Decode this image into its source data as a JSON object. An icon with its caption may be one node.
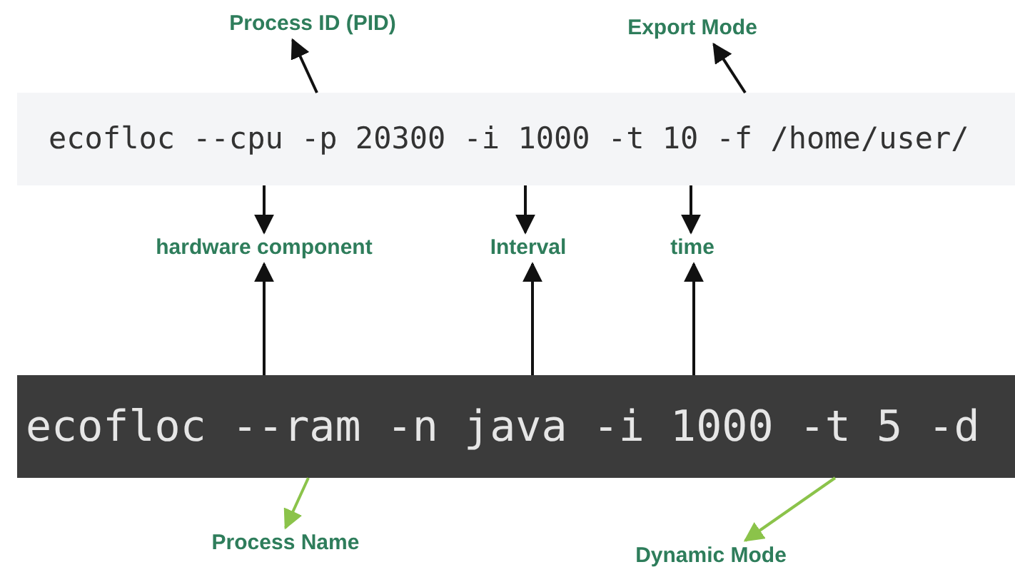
{
  "diagram": {
    "nodes": [
      {
        "text": [
          "Process ID (PID)"
        ]
      },
      {
        "text": [
          "Export Mode"
        ]
      },
      {
        "text": [
          "ecofloc --cpu -p 20300 -i 1000 -t 10 -f /home/user/"
        ]
      },
      {
        "text": [
          "hardware component"
        ]
      },
      {
        "text": [
          "Interval"
        ]
      },
      {
        "text": [
          "time"
        ]
      },
      {
        "text": [
          "ecofloc --ram -n java -i 1000 -t 5 -d"
        ]
      },
      {
        "text": [
          "Process Name"
        ]
      },
      {
        "text": [
          "Dynamic Mode"
        ]
      }
    ],
    "edges": [
      {
        "from": 2,
        "to": 0,
        "arrow": "to"
      },
      {
        "from": 2,
        "to": 1,
        "arrow": "to"
      },
      {
        "from": 2,
        "to": 3,
        "arrow": "to"
      },
      {
        "from": 2,
        "to": 4,
        "arrow": "to"
      },
      {
        "from": 2,
        "to": 5,
        "arrow": "to"
      },
      {
        "from": 6,
        "to": 3,
        "arrow": "to"
      },
      {
        "from": 6,
        "to": 4,
        "arrow": "to"
      },
      {
        "from": 6,
        "to": 5,
        "arrow": "to"
      },
      {
        "from": 6,
        "to": 7,
        "arrow": "to",
        "color": "#8bc34a"
      },
      {
        "from": 6,
        "to": 8,
        "arrow": "to",
        "color": "#8bc34a"
      }
    ]
  }
}
